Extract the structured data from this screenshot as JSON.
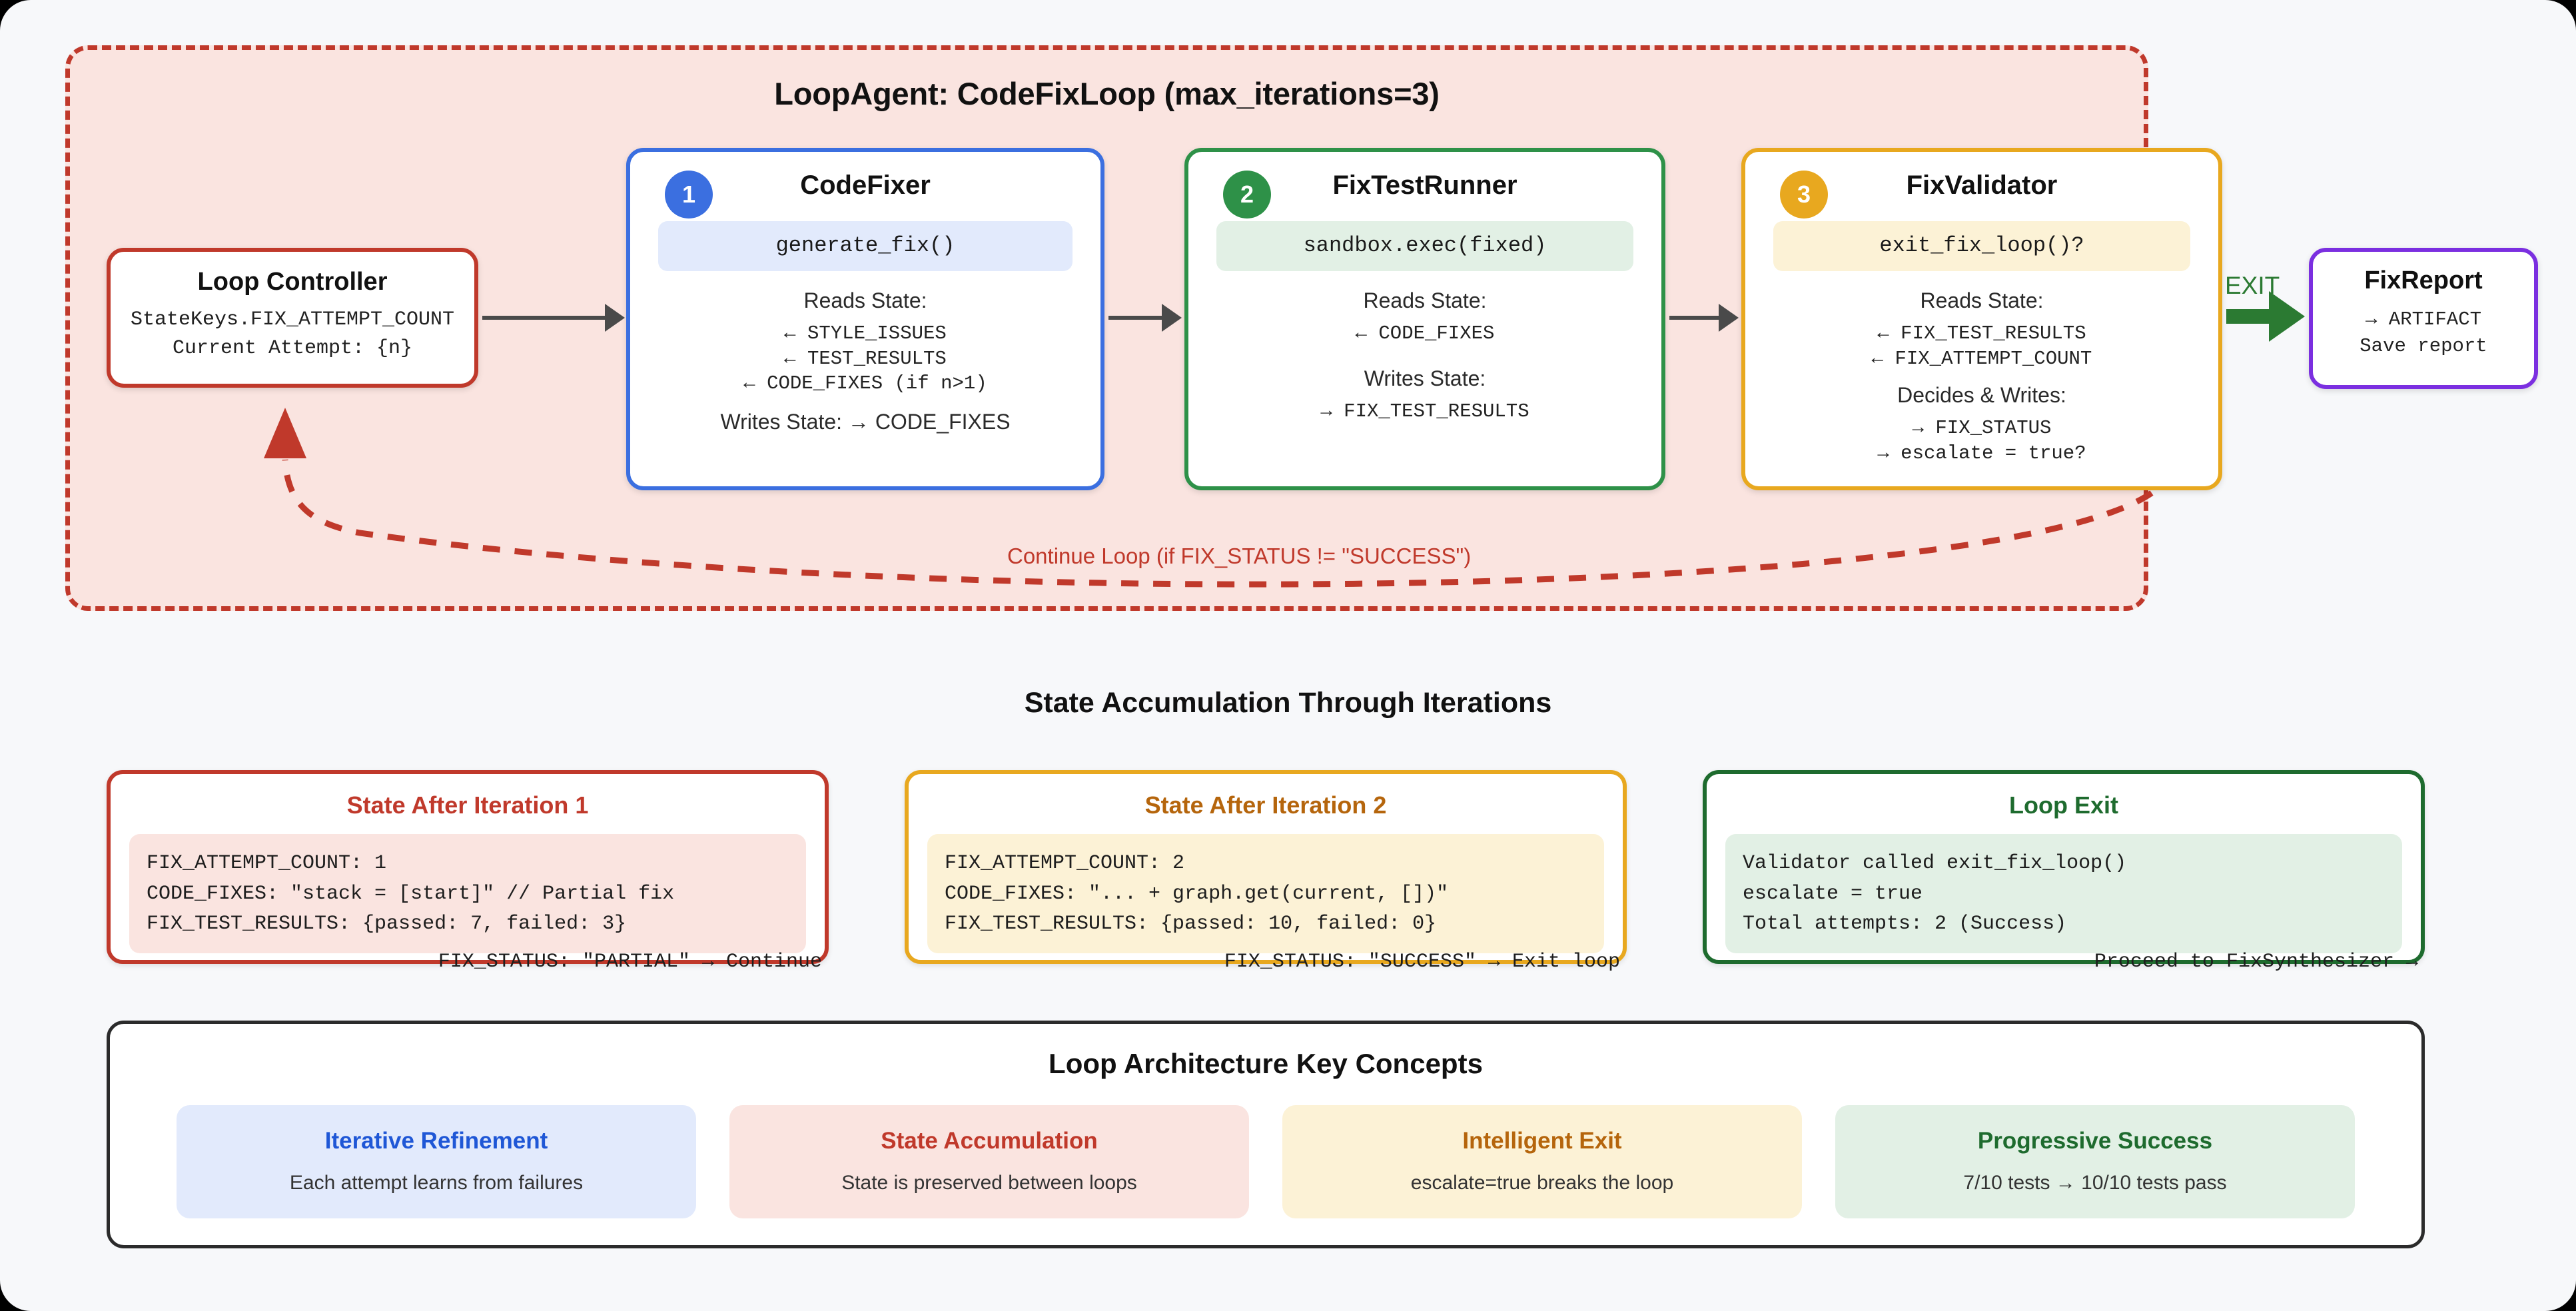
{
  "loop": {
    "title": "LoopAgent: CodeFixLoop (max_iterations=3)",
    "continue_label": "Continue Loop (if FIX_STATUS != \"SUCCESS\")",
    "exit_label": "EXIT"
  },
  "controller": {
    "title": "Loop Controller",
    "line1": "StateKeys.FIX_ATTEMPT_COUNT",
    "line2": "Current Attempt: {n}"
  },
  "agents": [
    {
      "badge": "1",
      "title": "CodeFixer",
      "code": "generate_fix()",
      "reads_label": "Reads State:",
      "reads": [
        "← STYLE_ISSUES",
        "← TEST_RESULTS",
        "← CODE_FIXES (if n>1)"
      ],
      "writes_label": "Writes State: → CODE_FIXES",
      "writes": [],
      "accent": "#3b6fe0"
    },
    {
      "badge": "2",
      "title": "FixTestRunner",
      "code": "sandbox.exec(fixed)",
      "reads_label": "Reads State:",
      "reads": [
        "← CODE_FIXES"
      ],
      "writes_label": "Writes State:",
      "writes": [
        "→ FIX_TEST_RESULTS"
      ],
      "accent": "#2e9148"
    },
    {
      "badge": "3",
      "title": "FixValidator",
      "code": "exit_fix_loop()?",
      "reads_label": "Reads State:",
      "reads": [
        "← FIX_TEST_RESULTS",
        "← FIX_ATTEMPT_COUNT"
      ],
      "writes_label": "Decides & Writes:",
      "writes": [
        "→ FIX_STATUS",
        "→ escalate = true?"
      ],
      "accent": "#e8a81f"
    }
  ],
  "report": {
    "title": "FixReport",
    "line1": "→ ARTIFACT",
    "line2": "Save report"
  },
  "state_section": {
    "heading": "State Accumulation Through Iterations",
    "cards": [
      {
        "title": "State After Iteration 1",
        "lines": [
          "FIX_ATTEMPT_COUNT: 1",
          "CODE_FIXES: \"stack = [start]\" // Partial fix",
          "FIX_TEST_RESULTS: {passed: 7, failed: 3}"
        ],
        "footer": "FIX_STATUS: \"PARTIAL\" → Continue"
      },
      {
        "title": "State After Iteration 2",
        "lines": [
          "FIX_ATTEMPT_COUNT: 2",
          "CODE_FIXES: \"... + graph.get(current, [])\"",
          "FIX_TEST_RESULTS: {passed: 10, failed: 0}"
        ],
        "footer": "FIX_STATUS: \"SUCCESS\" → Exit loop"
      },
      {
        "title": "Loop Exit",
        "lines": [
          "Validator called exit_fix_loop()",
          "escalate = true",
          "Total attempts: 2 (Success)"
        ],
        "footer": "Proceed to FixSynthesizer →"
      }
    ]
  },
  "key_concepts": {
    "title": "Loop Architecture Key Concepts",
    "cards": [
      {
        "title": "Iterative Refinement",
        "desc": "Each attempt learns from failures"
      },
      {
        "title": "State Accumulation",
        "desc": "State is preserved between loops"
      },
      {
        "title": "Intelligent Exit",
        "desc": "escalate=true breaks the loop"
      },
      {
        "title": "Progressive Success",
        "desc": "7/10 tests → 10/10 tests pass"
      }
    ]
  }
}
